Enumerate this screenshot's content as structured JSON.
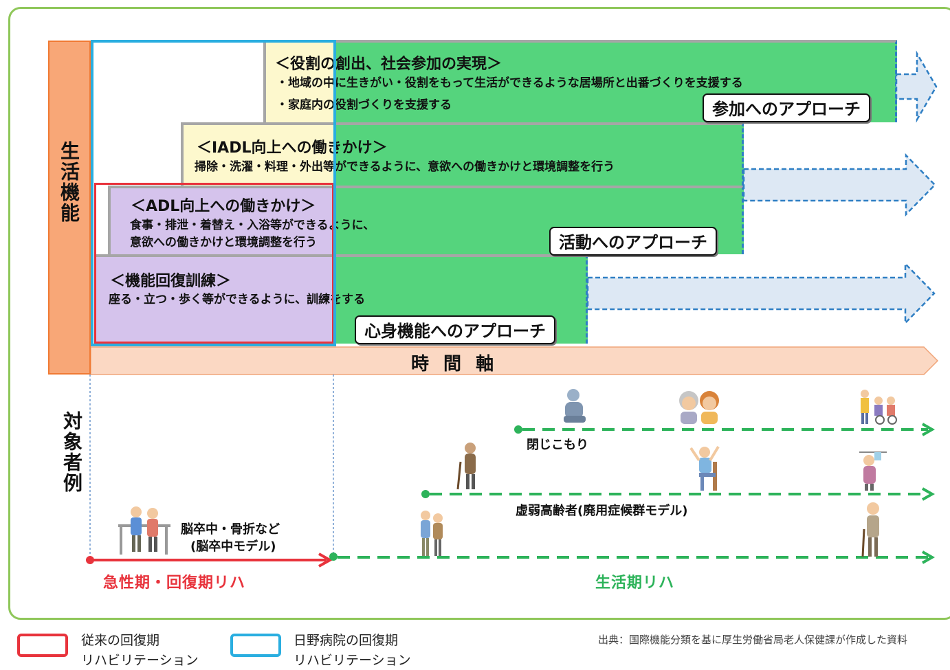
{
  "axis": {
    "vertical_label": "生活機能",
    "time_axis_label": "時 間 軸",
    "target_label": "対象者例"
  },
  "tiers": {
    "participation": {
      "title": "＜役割の創出、社会参加の実現＞",
      "line1": "・地域の中に生きがい・役割をもって生活ができるような居場所と出番づくりを支援する",
      "line2": "・家庭内の役割づくりを支援する"
    },
    "iadl": {
      "title": "＜IADL向上への働きかけ＞",
      "line1": "掃除・洗濯・料理・外出等ができるように、意欲への働きかけと環境調整を行う"
    },
    "adl": {
      "title": "＜ADL向上への働きかけ＞",
      "line1": "食事・排泄・着替え・入浴等ができるように、",
      "line2": "意欲への働きかけと環境調整を行う"
    },
    "function": {
      "title": "＜機能回復訓練＞",
      "line1": "座る・立つ・歩く等ができるように、訓練をする"
    }
  },
  "approaches": {
    "participation": "参加へのアプローチ",
    "activity": "活動へのアプローチ",
    "body": "心身機能へのアプローチ"
  },
  "examples": {
    "withdrawal": "閉じこもり",
    "frail": "虚弱高齢者(廃用症候群モデル)",
    "stroke_line1": "脳卒中・骨折など",
    "stroke_line2": "(脳卒中モデル)"
  },
  "phases": {
    "acute": "急性期・回復期リハ",
    "living": "生活期リハ"
  },
  "legend": {
    "conventional_line1": "従来の回復期",
    "conventional_line2": "リハビリテーション",
    "hino_line1": "日野病院の回復期",
    "hino_line2": "リハビリテーション"
  },
  "source": "出典：国際機能分類を基に厚生労働省局老人保健課が作成した資料",
  "colors": {
    "frame": "#8fc75a",
    "green_block": "#55d47d",
    "purple_block": "#d5c3ec",
    "cream_block": "#fdf8cd",
    "axis_orange": "#f8a777",
    "conventional_red": "#e8333c",
    "hino_blue": "#2aaee0",
    "arrow_blue": "#2f7fc4",
    "dash_green": "#2db35a"
  }
}
